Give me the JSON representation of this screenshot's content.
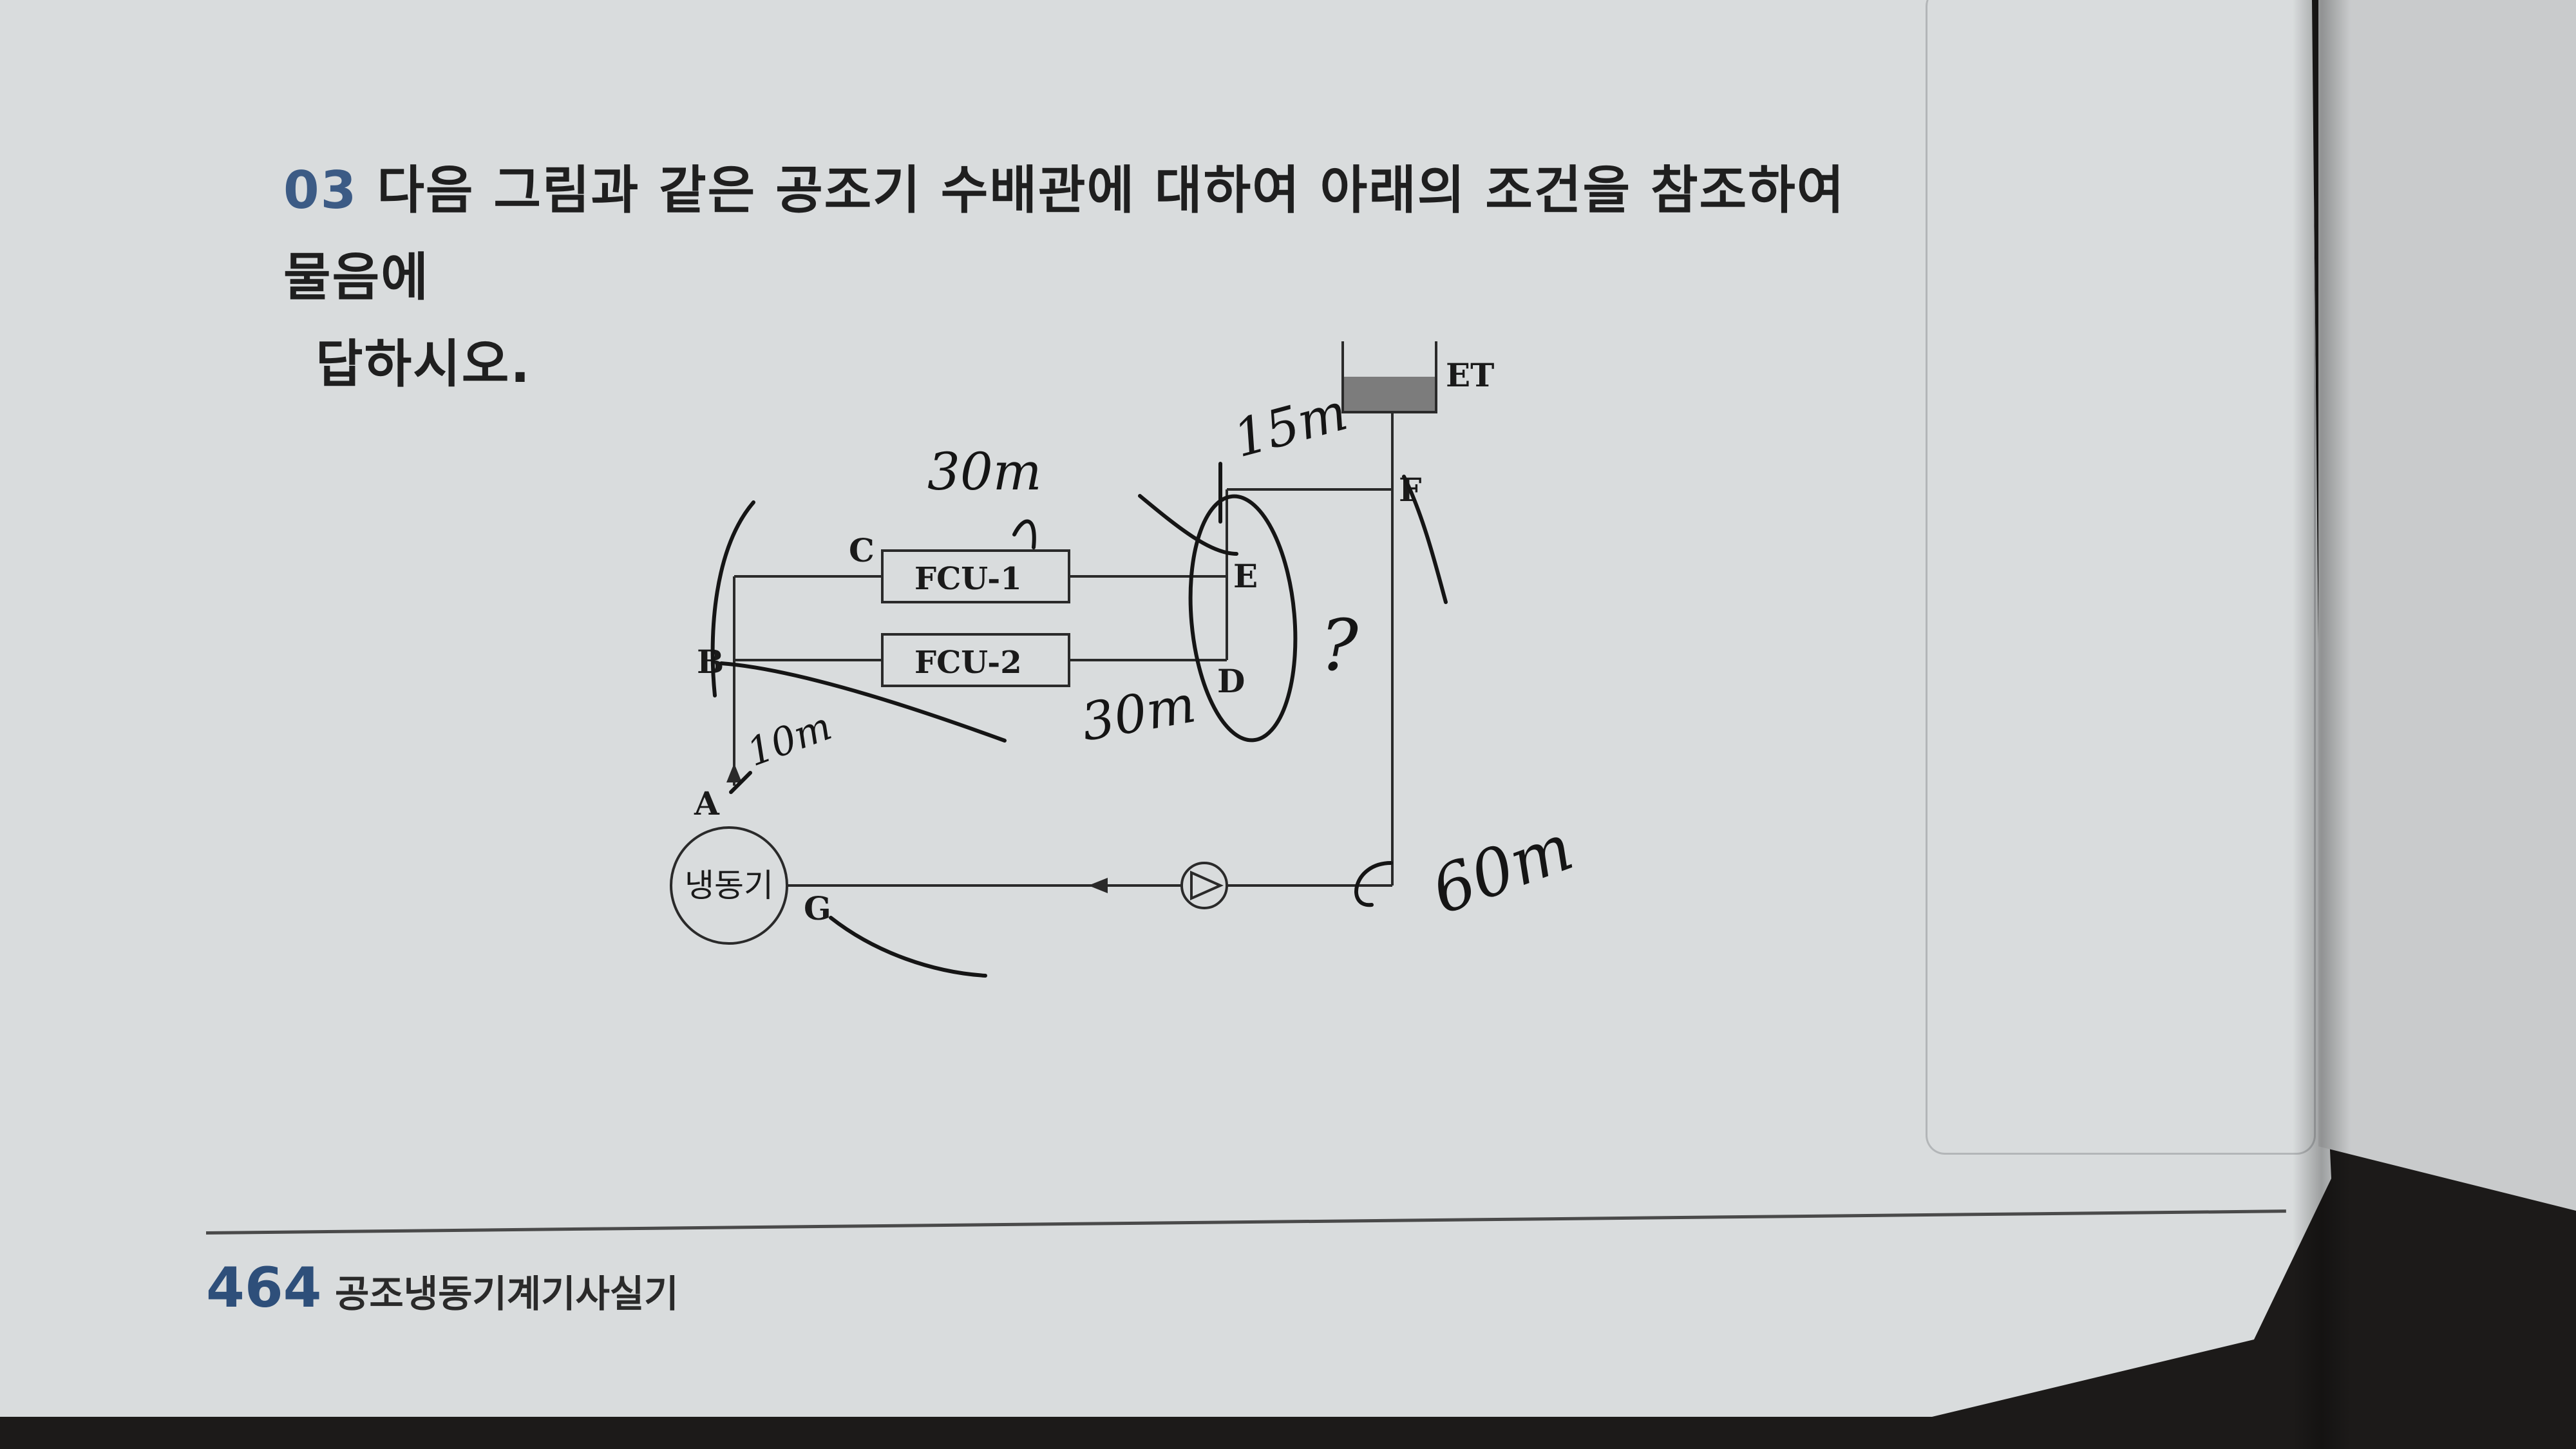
{
  "question": {
    "number": "03",
    "line1": "다음 그림과 같은 공조기 수배관에 대하여 아래의 조건을 참조하여 물음에",
    "line2": "답하시오."
  },
  "diagram": {
    "et_label": "ET",
    "fcu1_label": "FCU-1",
    "fcu2_label": "FCU-2",
    "chiller_label": "냉동기",
    "points": {
      "A": "A",
      "B": "B",
      "C": "C",
      "D": "D",
      "E": "E",
      "F": "F",
      "G": "G"
    }
  },
  "handwriting": {
    "len_top": "30m",
    "len_et": "15m",
    "len_bottom": "30m",
    "len_a": "10m",
    "len_right": "60m",
    "question_mark": "?"
  },
  "footer": {
    "page_number": "464",
    "book_title": "공조냉동기계기사실기"
  }
}
